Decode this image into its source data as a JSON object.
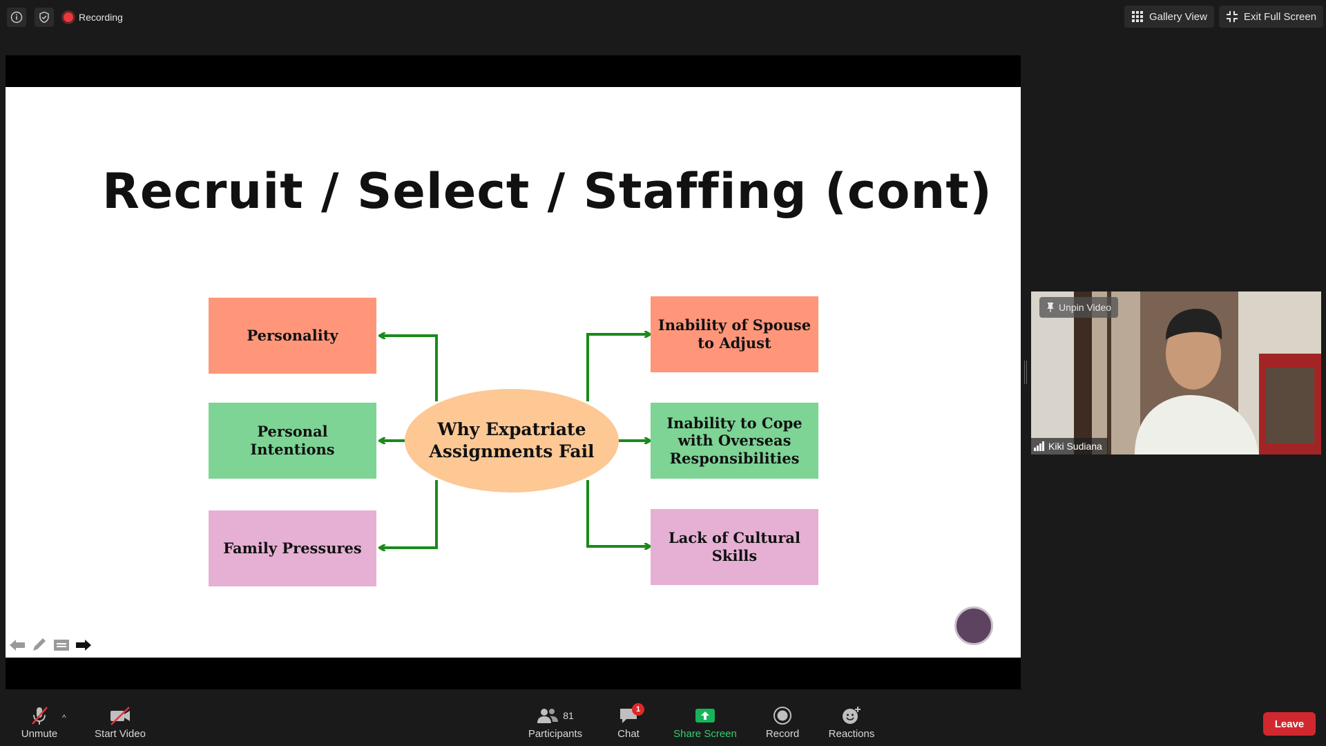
{
  "topbar": {
    "recording_label": "Recording",
    "gallery_view_label": "Gallery View",
    "exit_fullscreen_label": "Exit Full Screen"
  },
  "slide": {
    "title": "Recruit / Select / Staffing (cont)",
    "center_text": "Why Expatriate Assignments Fail",
    "left_boxes": [
      "Personality",
      "Personal Intentions",
      "Family Pressures"
    ],
    "right_boxes": [
      "Inability of Spouse to Adjust",
      "Inability to Cope with Overseas Responsibilities",
      "Lack of Cultural Skills"
    ],
    "colors": {
      "orange": "#ff967a",
      "green": "#7dd495",
      "pink": "#e5b0d3",
      "ellipse": "#fdc894",
      "arrow": "#1a8a1a"
    }
  },
  "video": {
    "unpin_label": "Unpin Video",
    "participant_name": "Kiki Sudiana"
  },
  "toolbar": {
    "unmute_label": "Unmute",
    "start_video_label": "Start Video",
    "participants_label": "Participants",
    "participants_count": "81",
    "chat_label": "Chat",
    "chat_badge": "1",
    "share_screen_label": "Share Screen",
    "record_label": "Record",
    "reactions_label": "Reactions",
    "leave_label": "Leave"
  }
}
